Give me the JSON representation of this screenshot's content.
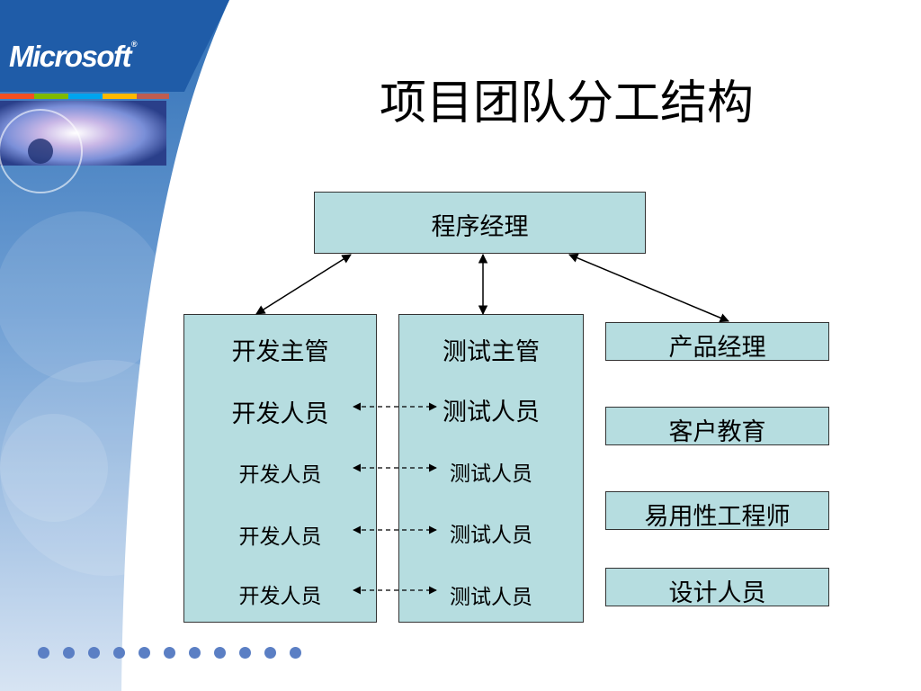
{
  "brand": {
    "logo_text": "Microsoft",
    "logo_mark": "®"
  },
  "slide": {
    "title": "项目团队分工结构"
  },
  "org": {
    "program_manager": "程序经理",
    "dev_lead": "开发主管",
    "test_lead": "测试主管",
    "developers": [
      "开发人员",
      "开发人员",
      "开发人员",
      "开发人员"
    ],
    "testers": [
      "测试人员",
      "测试人员",
      "测试人员",
      "测试人员"
    ],
    "roles": [
      "产品经理",
      "客户教育",
      "易用性工程师",
      "设计人员"
    ]
  },
  "colors": {
    "box_fill": "#b6dde0",
    "header_blue": "#1f5ca8",
    "dot_blue": "#5b7fc4"
  }
}
